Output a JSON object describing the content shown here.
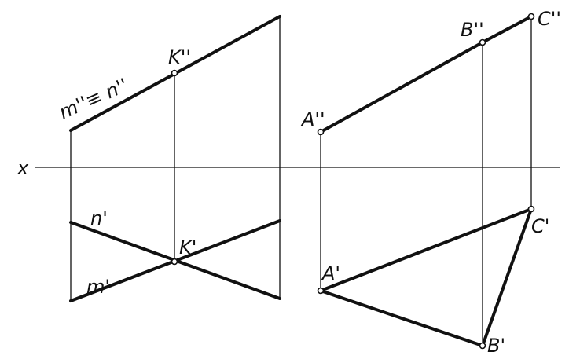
{
  "labels": {
    "x_axis": "x",
    "m2n2": "m''≡ n''",
    "K2": "K''",
    "n1": "n'",
    "K1": "K'",
    "m1": "m'",
    "A2": "A''",
    "B2": "B''",
    "C2": "C''",
    "A1": "A'",
    "C1": "C'",
    "B1": "B'"
  }
}
